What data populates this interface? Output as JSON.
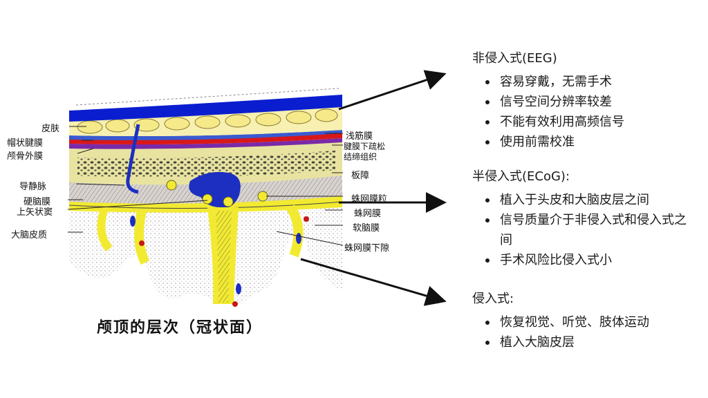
{
  "colors": {
    "skin_blue": "#0a1ecf",
    "fat_yellow": "#f7f0b0",
    "membrane_red": "#d81818",
    "membrane_purple": "#7a2aa8",
    "bone_yellow": "#e6e29a",
    "dura_yellow": "#f2ea30",
    "sinus_blue": "#1c2fc0",
    "cortex_dots": "#c8c0c0",
    "arrow": "#111111"
  },
  "diagram": {
    "left_labels": [
      "皮肤",
      "帽状腱膜",
      "颅骨外膜",
      "导静脉",
      "硬脑膜",
      "上矢状窦",
      "大脑皮质"
    ],
    "right_labels": [
      "浅筋膜",
      "腱膜下疏松",
      "结缔组织",
      "板障",
      "蛛网膜粒",
      "蛛网膜",
      "软脑膜",
      "蛛网膜下隙"
    ],
    "caption": "颅顶的层次（冠状面）"
  },
  "sections": [
    {
      "title": "非侵入式(EEG)",
      "items": [
        "容易穿戴，无需手术",
        "信号空间分辨率较差",
        "不能有效利用高频信号",
        "使用前需校准"
      ]
    },
    {
      "title": "半侵入式(ECoG):",
      "items": [
        "植入于头皮和大脑皮层之间",
        "信号质量介于非侵入式和侵入式之间",
        "手术风险比侵入式小"
      ]
    },
    {
      "title": "侵入式:",
      "items": [
        "恢复视觉、听觉、肢体运动",
        "植入大脑皮层"
      ]
    }
  ]
}
